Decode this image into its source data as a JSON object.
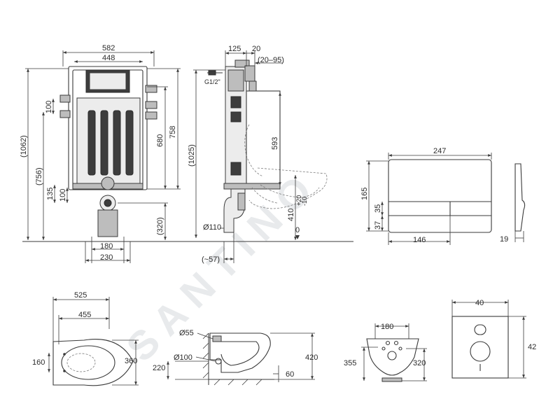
{
  "watermark": "SANTINO",
  "frame_front": {
    "width_outer": "582",
    "width_inner": "448",
    "h_total": "(1062)",
    "h_756": "(756)",
    "h_100_top": "100",
    "h_135": "135",
    "h_100_bottom": "100",
    "h_680": "680",
    "h_758": "758",
    "h_320": "(320)",
    "w_180": "180",
    "w_230": "230"
  },
  "frame_side": {
    "d_125": "125",
    "d_20": "20",
    "d_20_95": "(20–95)",
    "inlet": "G1/2\"",
    "h_1025": "(1025)",
    "h_593": "593",
    "h_410": "410",
    "h_410_tol_plus": "+20",
    "h_410_tol_minus": "-10",
    "pipe": "Ø110",
    "zero": "0",
    "d_57": "(~57)"
  },
  "plate": {
    "width": "247",
    "height": "165",
    "h_35": "35",
    "h_37": "37",
    "w_146": "146",
    "depth": "19"
  },
  "bowl_top": {
    "length_outer": "525",
    "length_inner": "455",
    "width_inner": "160",
    "width_outer": "360"
  },
  "bowl_side": {
    "d_55": "Ø55",
    "d_100": "Ø100",
    "h_220": "220",
    "h_420": "420",
    "d_60": "60"
  },
  "bowl_rear": {
    "w_180": "180",
    "h_355": "355",
    "h_320": "320"
  },
  "mat": {
    "width": "40",
    "height": "42"
  }
}
